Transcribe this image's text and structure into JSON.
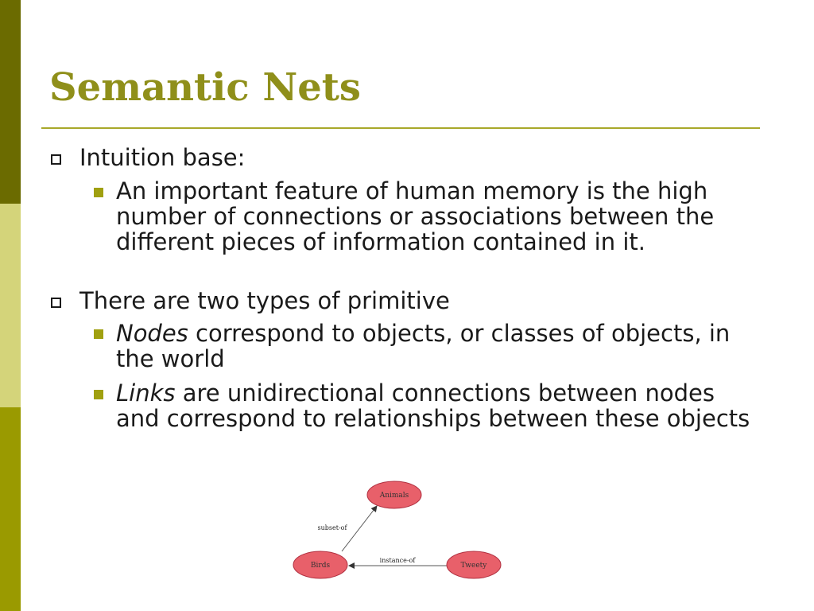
{
  "slide": {
    "title": "Semantic Nets",
    "bullets": [
      {
        "text": "Intuition base:",
        "sub": [
          {
            "text": "An important feature of human memory is the high number of connections or associations between the different pieces of information contained in it."
          }
        ]
      },
      {
        "text": "There are two types of primitive",
        "sub": [
          {
            "em": "Nodes",
            "rest": " correspond to objects, or classes of objects, in the world"
          },
          {
            "em": "Links",
            "rest": " are unidirectional connections between nodes and correspond to relationships between these objects"
          }
        ]
      }
    ]
  },
  "diagram": {
    "nodes": [
      {
        "id": "animals",
        "label": "Animals"
      },
      {
        "id": "birds",
        "label": "Birds"
      },
      {
        "id": "tweety",
        "label": "Tweety"
      }
    ],
    "edges": [
      {
        "from": "birds",
        "to": "animals",
        "label": "subset-of"
      },
      {
        "from": "tweety",
        "to": "birds",
        "label": "instance-of"
      }
    ],
    "node_fill": "#e8606a",
    "node_stroke": "#b03040"
  },
  "theme": {
    "title_color": "#8f8f1a",
    "sidebar_dark": "#6b6b00",
    "sidebar_light": "#d4d47a",
    "sidebar_mid": "#9a9a00"
  }
}
